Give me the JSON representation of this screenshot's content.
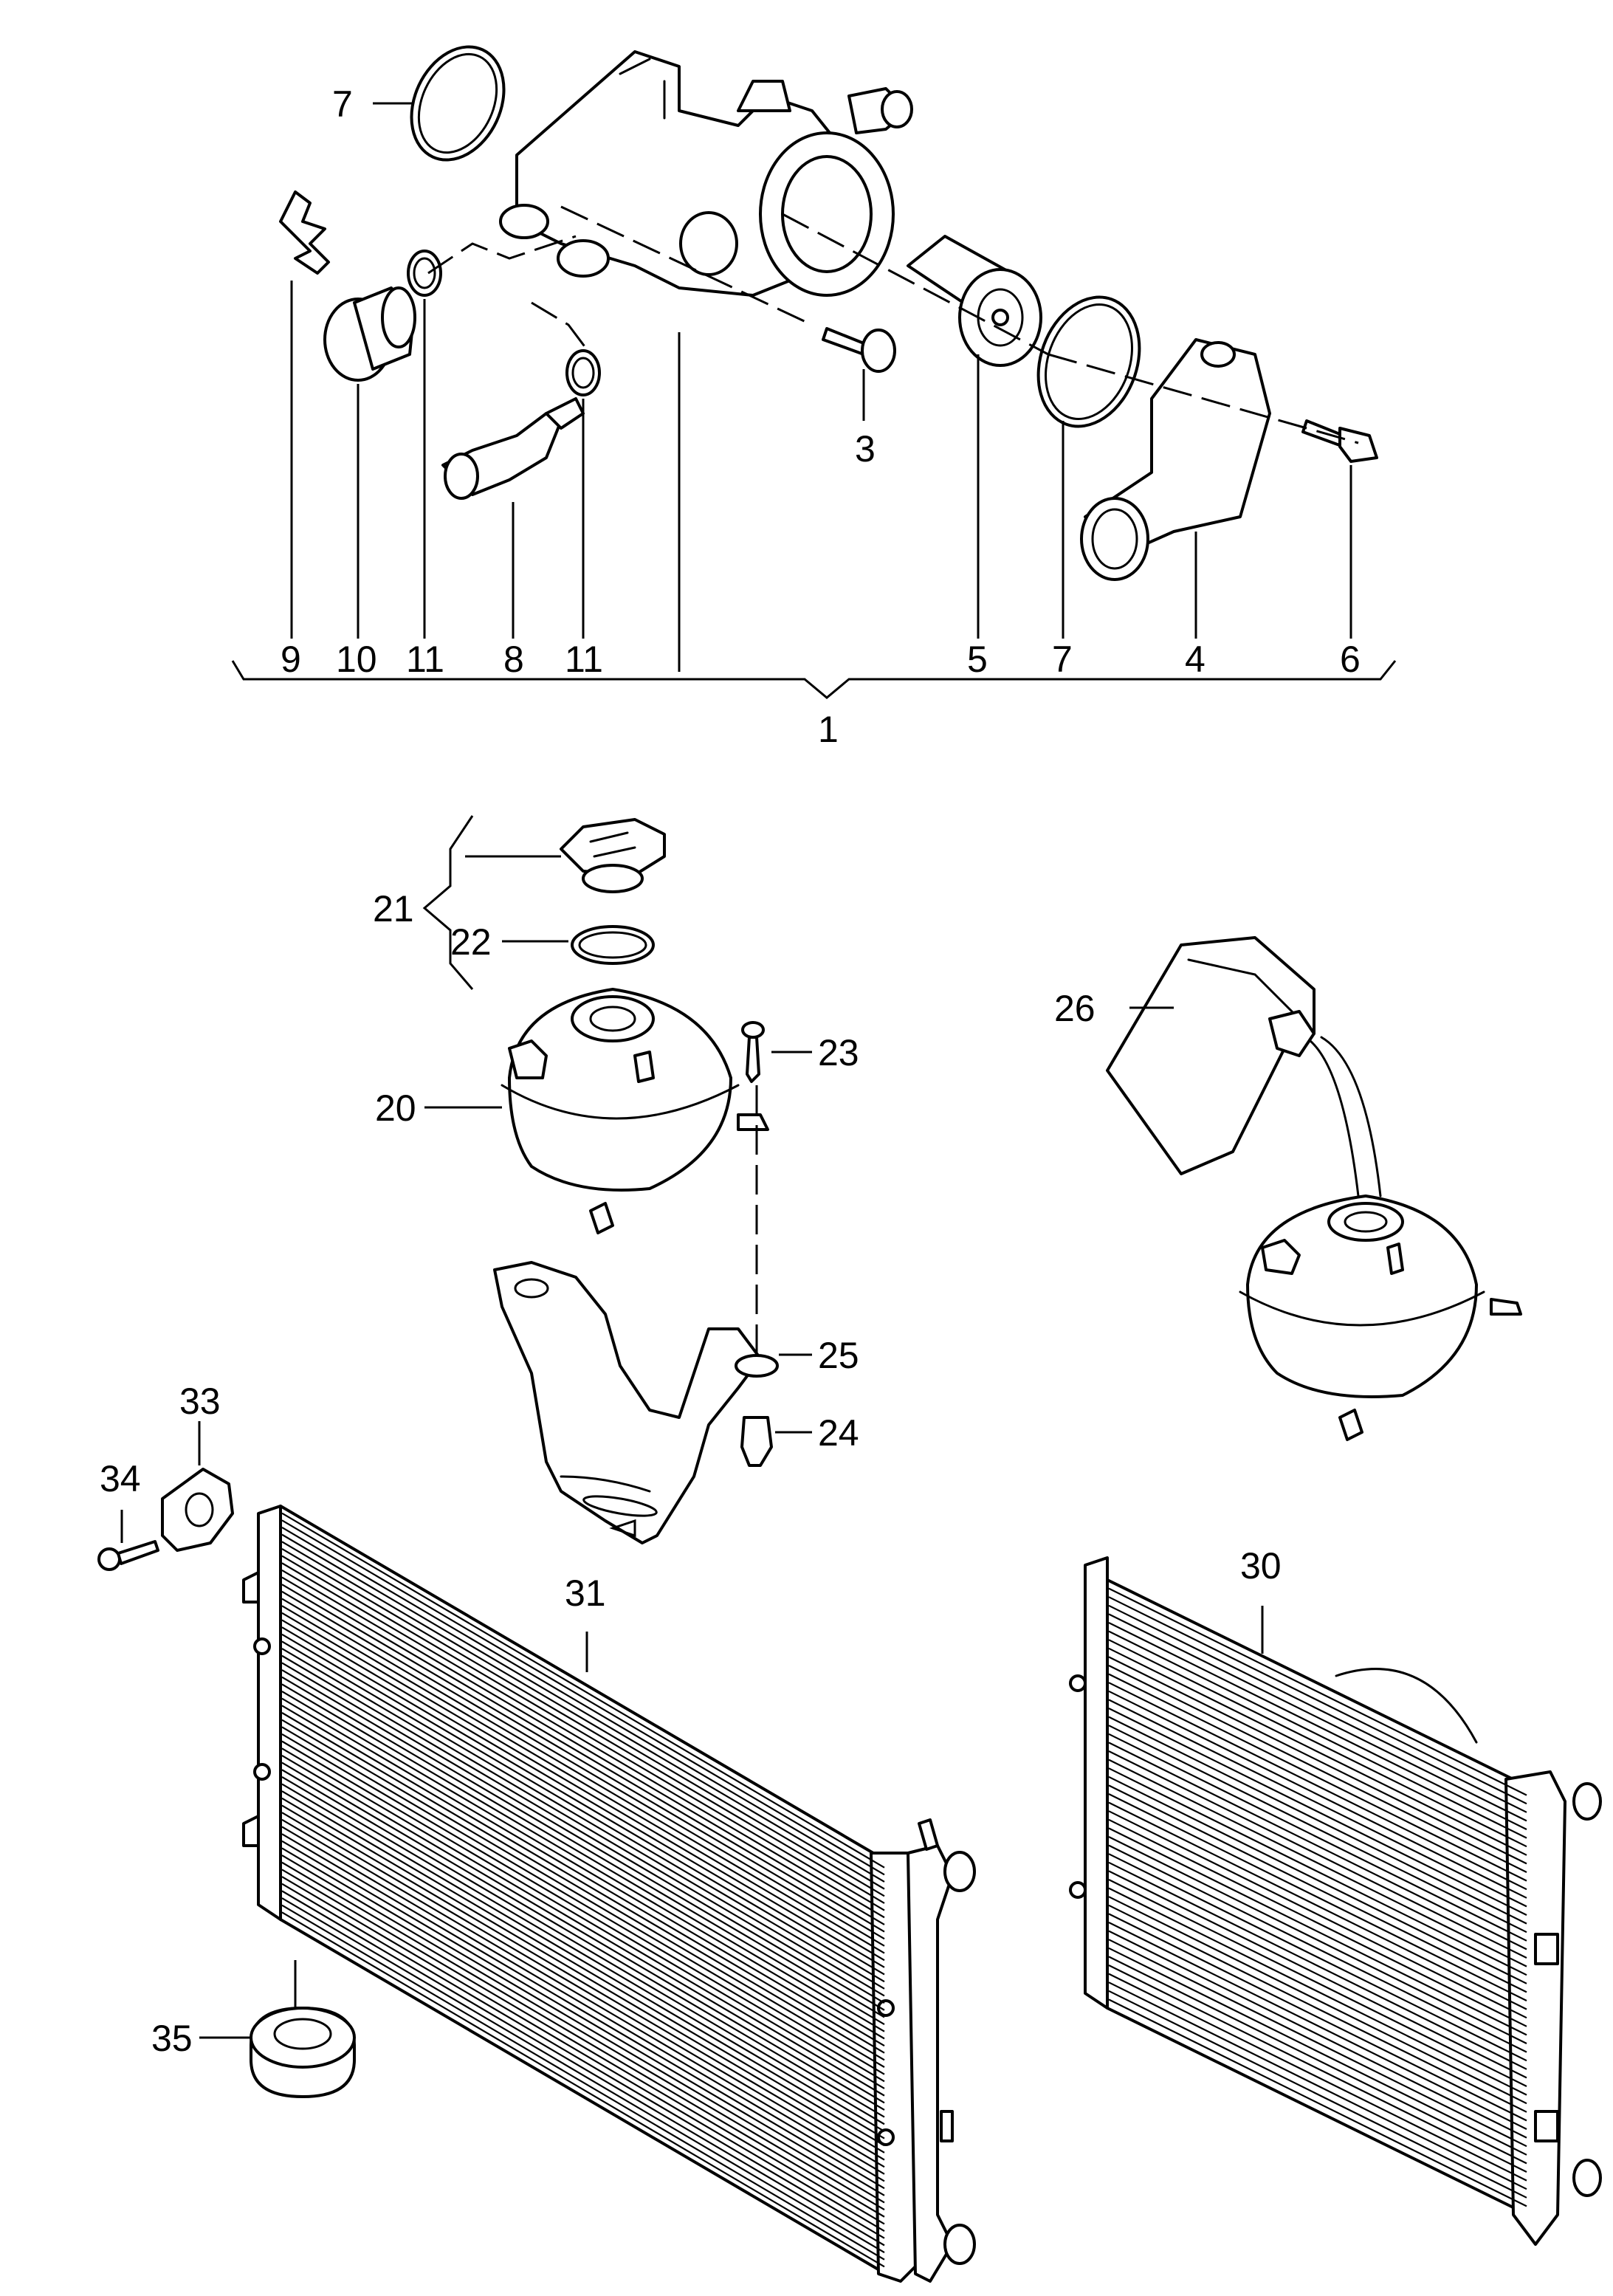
{
  "thermostat_group": {
    "assembly_callout": "1",
    "part_callouts": [
      "7",
      "3",
      "9",
      "10",
      "11",
      "8",
      "11",
      "5",
      "7",
      "4",
      "6"
    ]
  },
  "expansion_tank_group": {
    "part_callouts": [
      "21",
      "22",
      "23",
      "20",
      "25",
      "24",
      "26"
    ]
  },
  "radiator_group": {
    "part_callouts": [
      "33",
      "34",
      "31",
      "30",
      "35"
    ]
  },
  "icons": [
    "thermostat-housing-icon",
    "o-ring-icon",
    "circlip-icon",
    "plug-icon",
    "temperature-sensor-icon",
    "thermostat-icon",
    "bolt-icon",
    "coolant-flange-icon",
    "cap-icon",
    "expansion-tank-icon",
    "bracket-icon",
    "coolant-bottle-icon",
    "radiator-icon",
    "mounting-bracket-icon",
    "screw-icon",
    "rubber-mount-icon",
    "clip-nut-icon"
  ]
}
